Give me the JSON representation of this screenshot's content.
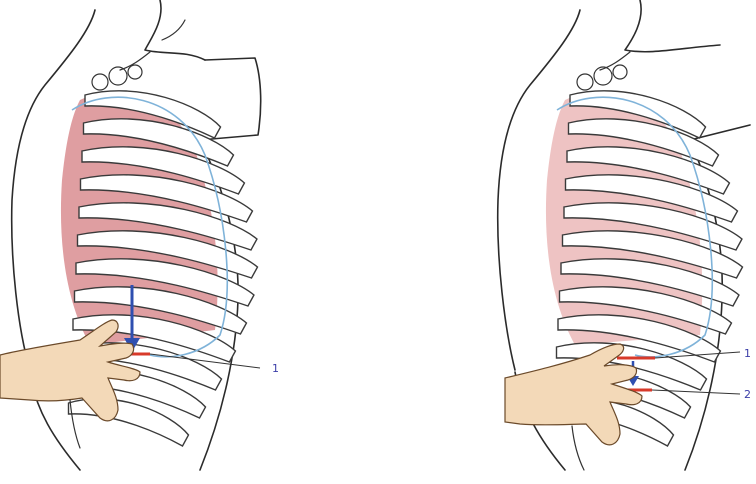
{
  "panels": [
    {
      "id": "left",
      "labels": [
        "1"
      ]
    },
    {
      "id": "right",
      "labels": [
        "1",
        "2"
      ]
    }
  ],
  "colors": {
    "lung": "#d98d91",
    "lung_light": "#ecbcbd",
    "pleura_line": "#7fb3d9",
    "arrow": "#2f4fb0",
    "marker": "#d83a2a",
    "skin": "#f3d9b8",
    "outline": "#2b2b2b",
    "label": "#3b3ea8"
  },
  "icons": {
    "arrow": "down-arrow-icon",
    "hand": "hand-icon"
  }
}
